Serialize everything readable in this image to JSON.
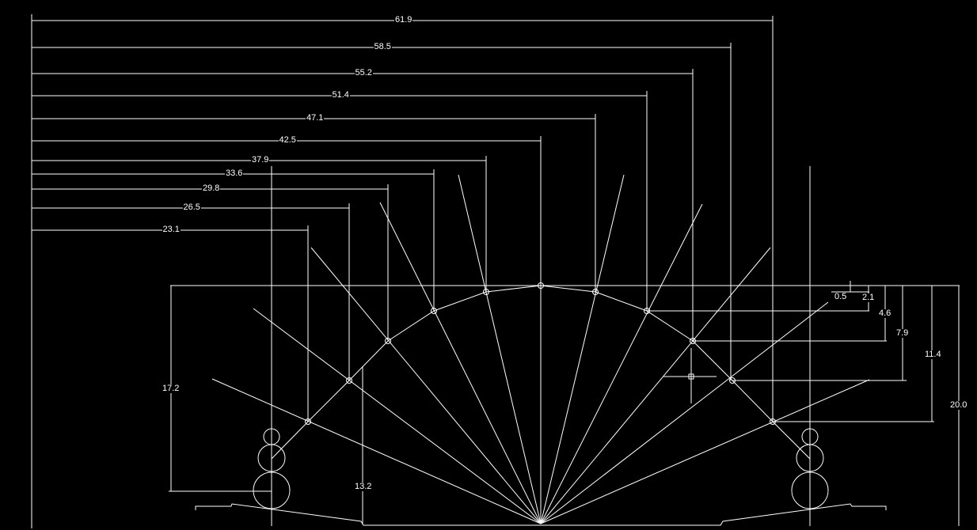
{
  "top_dimensions": [
    "61.9",
    "58.5",
    "55.2",
    "51.4",
    "47.1",
    "42.5",
    "37.9",
    "33.6",
    "29.8",
    "26.5",
    "23.1"
  ],
  "right_dimensions": [
    "0.5",
    "2.1",
    "4.6",
    "7.9",
    "11.4",
    "20.0"
  ],
  "left_dimensions": [
    "17.2",
    "13.2"
  ],
  "colors": {
    "background": "#000000",
    "line": "#ffffff"
  }
}
